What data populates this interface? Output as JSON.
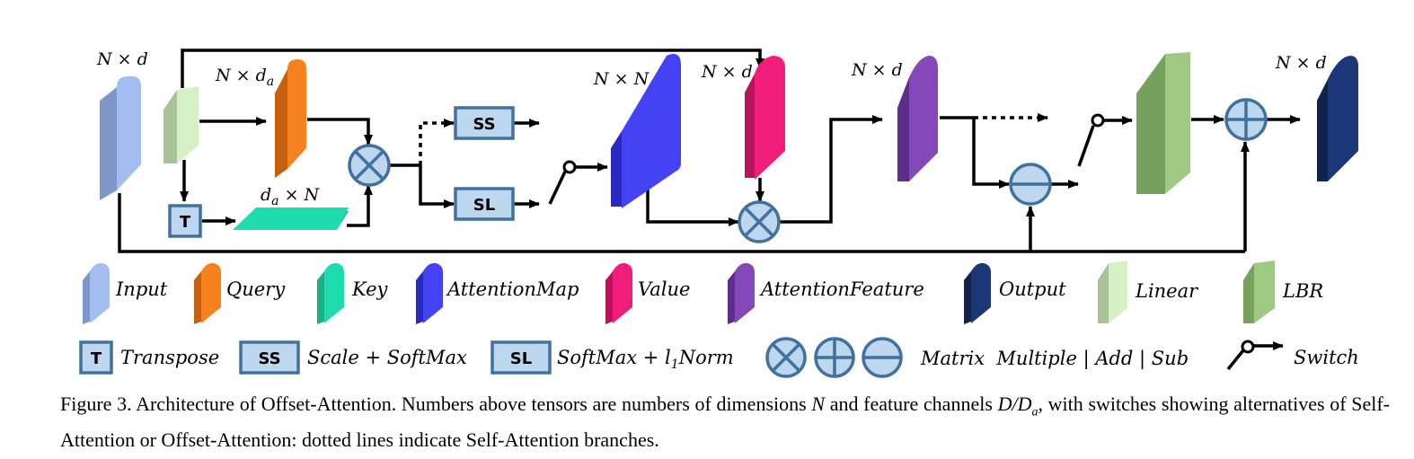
{
  "labels": {
    "input_dims": "N × d",
    "query_dims": "N × d",
    "query_sub": "a",
    "key_dims_pre": "d",
    "key_sub": "a",
    "key_dims_post": " × N",
    "attention_dims": "N × N",
    "value_dims": "N × d",
    "feature_dims": "N × d",
    "output_dims": "N × d"
  },
  "boxes": {
    "transpose": "T",
    "scale_softmax": "SS",
    "softmax_norm": "SL"
  },
  "legend": {
    "input": "Input",
    "query": "Query",
    "key": "Key",
    "attention_map": "AttentionMap",
    "value": "Value",
    "attention_feature": "AttentionFeature",
    "output": "Output",
    "linear": "Linear",
    "lbr": "LBR",
    "transpose_box": "T",
    "transpose": "Transpose",
    "ss_box": "SS",
    "scale_softmax": "Scale + SoftMax",
    "sl_box": "SL",
    "softmax_norm_pre": "SoftMax + l",
    "softmax_norm_sub": "1",
    "softmax_norm_post": "Norm",
    "matrix_ops": "Matrix  Multiple | Add | Sub",
    "switch": "Switch"
  },
  "colors": {
    "input": "#a4bdf0",
    "query": "#f5821e",
    "key": "#1fdcae",
    "attention_map": "#4343f5",
    "value": "#f01d7a",
    "attention_feature": "#8448b8",
    "output": "#1c3778",
    "linear": "#d6f0c6",
    "lbr": "#9fc983",
    "op_fill": "#bdd7ee",
    "op_stroke": "#41719c"
  },
  "caption": {
    "line1_a": "Figure 3.   Architecture of Offset-Attention.  Numbers above tensors are numbers of dimensions ",
    "line1_N": "N",
    "line1_b": " and feature channels ",
    "line1_D": "D/D",
    "line1_Dsub": "a",
    "line1_c": ", with",
    "line2": "switches showing alternatives of Self-Attention or Offset-Attention: dotted lines indicate Self-Attention branches."
  }
}
